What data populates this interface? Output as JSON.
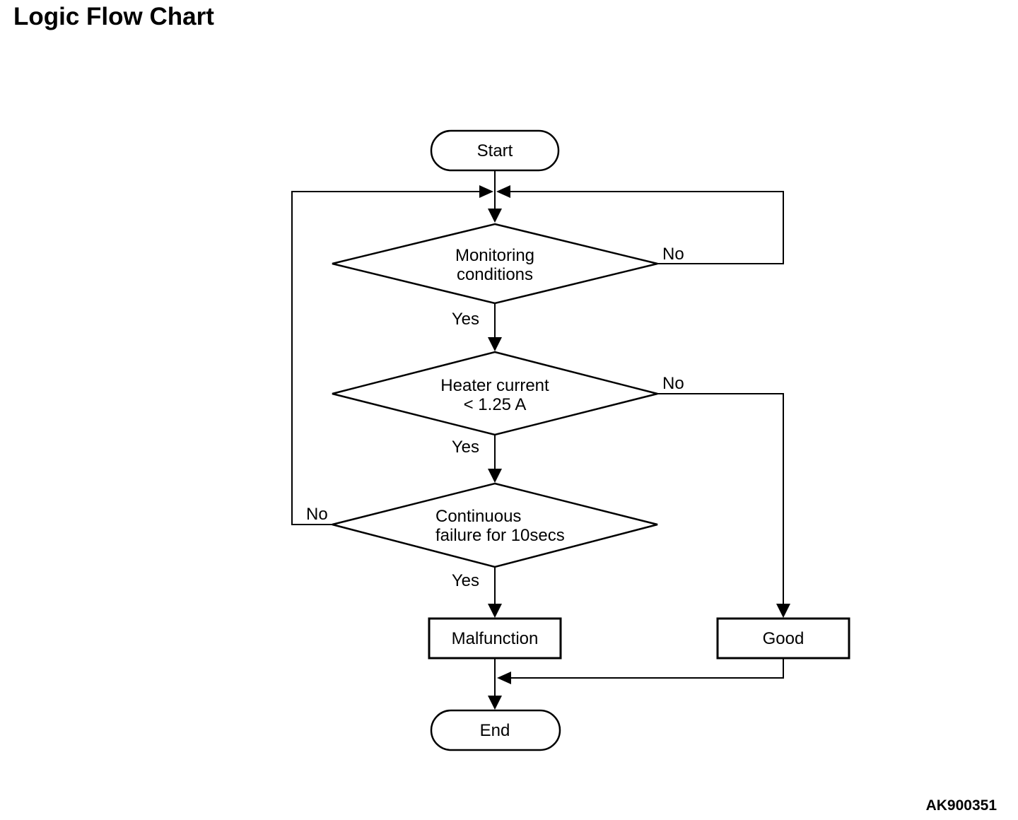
{
  "page": {
    "title": "Logic Flow Chart",
    "figure_code": "AK900351",
    "colors": {
      "ink": "#000000",
      "background": "#ffffff"
    }
  },
  "flowchart": {
    "nodes": {
      "start": {
        "type": "terminator",
        "label": "Start"
      },
      "monitoring": {
        "type": "decision",
        "line1": "Monitoring",
        "line2": "conditions"
      },
      "heater": {
        "type": "decision",
        "line1": "Heater current",
        "line2": "< 1.25 A"
      },
      "continuous": {
        "type": "decision",
        "line1": "Continuous",
        "line2": "failure for 10secs"
      },
      "malfunction": {
        "type": "process",
        "label": "Malfunction"
      },
      "good": {
        "type": "process",
        "label": "Good"
      },
      "end": {
        "type": "terminator",
        "label": "End"
      }
    },
    "edge_labels": {
      "monitoring_yes": "Yes",
      "monitoring_no": "No",
      "heater_yes": "Yes",
      "heater_no": "No",
      "continuous_yes": "Yes",
      "continuous_no": "No"
    }
  }
}
